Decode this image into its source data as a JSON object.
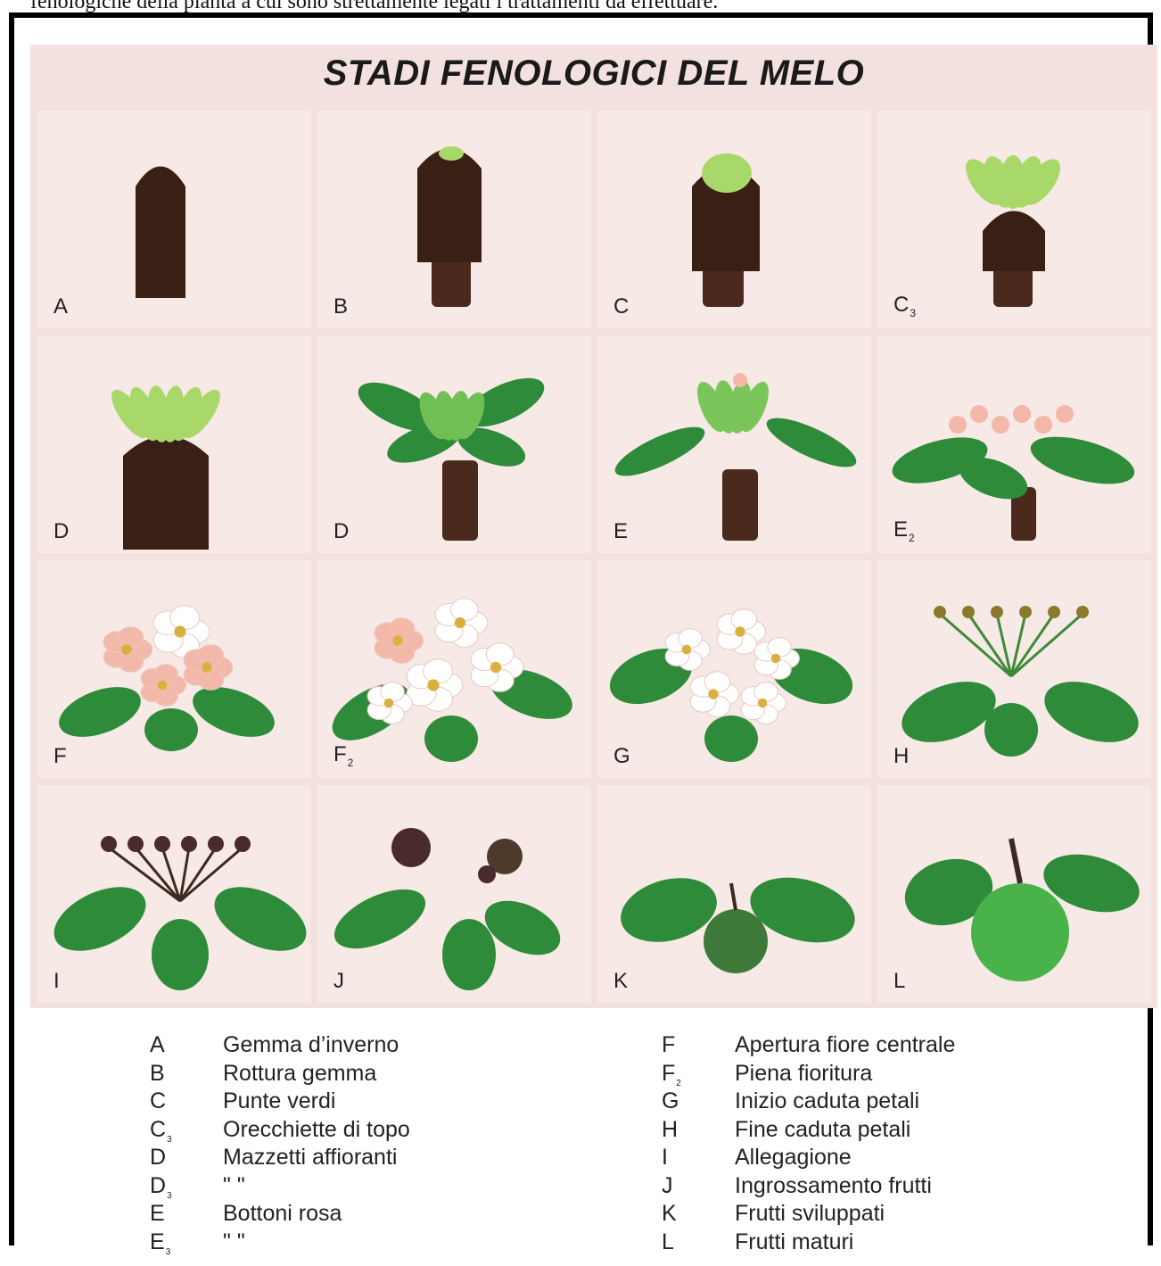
{
  "caption": "fenologiche della pianta a cui sono strettamente legati i trattamenti da effettuare.",
  "title": "STADI FENOLOGICI DEL MELO",
  "panels": [
    {
      "code": "A",
      "sub": "",
      "kind": "bud1"
    },
    {
      "code": "B",
      "sub": "",
      "kind": "bud2"
    },
    {
      "code": "C",
      "sub": "",
      "kind": "bud3"
    },
    {
      "code": "C",
      "sub": "3",
      "kind": "bud4"
    },
    {
      "code": "D",
      "sub": "",
      "kind": "bud5"
    },
    {
      "code": "D",
      "sub": "",
      "kind": "rosette"
    },
    {
      "code": "E",
      "sub": "",
      "kind": "rosette-pink"
    },
    {
      "code": "E",
      "sub": "2",
      "kind": "cluster-pink"
    },
    {
      "code": "F",
      "sub": "",
      "kind": "flowers-pink"
    },
    {
      "code": "F",
      "sub": "2",
      "kind": "flowers-mixed"
    },
    {
      "code": "G",
      "sub": "",
      "kind": "flowers-white"
    },
    {
      "code": "H",
      "sub": "",
      "kind": "petal-fall"
    },
    {
      "code": "I",
      "sub": "",
      "kind": "fruitset"
    },
    {
      "code": "J",
      "sub": "",
      "kind": "fruit-small"
    },
    {
      "code": "K",
      "sub": "",
      "kind": "fruit-mid"
    },
    {
      "code": "L",
      "sub": "",
      "kind": "fruit-ripe"
    }
  ],
  "legend_left": [
    {
      "code": "A",
      "sub": "",
      "desc": "Gemma d’inverno"
    },
    {
      "code": "B",
      "sub": "",
      "desc": "Rottura gemma"
    },
    {
      "code": "C",
      "sub": "",
      "desc": "Punte verdi"
    },
    {
      "code": "C",
      "sub": "3",
      "desc": "Orecchiette di topo"
    },
    {
      "code": "D",
      "sub": "",
      "desc": "Mazzetti affioranti"
    },
    {
      "code": "D",
      "sub": "3",
      "desc": "\"                   \""
    },
    {
      "code": "E",
      "sub": "",
      "desc": "Bottoni rosa"
    },
    {
      "code": "E",
      "sub": "3",
      "desc": "\"        \""
    }
  ],
  "legend_right": [
    {
      "code": "F",
      "sub": "",
      "desc": "Apertura fiore centrale"
    },
    {
      "code": "F",
      "sub": "2",
      "desc": "Piena fioritura"
    },
    {
      "code": "G",
      "sub": "",
      "desc": "Inizio caduta petali"
    },
    {
      "code": "H",
      "sub": "",
      "desc": "Fine caduta petali"
    },
    {
      "code": "I",
      "sub": "",
      "desc": "Allegagione"
    },
    {
      "code": "J",
      "sub": "",
      "desc": "Ingrossamento frutti"
    },
    {
      "code": "K",
      "sub": "",
      "desc": "Frutti sviluppati"
    },
    {
      "code": "L",
      "sub": "",
      "desc": "Frutti maturi"
    }
  ],
  "colors": {
    "panel_bg": "#f7e9e6",
    "poster_bg": "#f2e1df",
    "bark": "#3a1f14",
    "leaf": "#2e8b3a",
    "leaf_light": "#a8d86a",
    "petal_pink": "#f4b8a8",
    "petal_white": "#ffffff",
    "fruit": "#49b24a"
  }
}
